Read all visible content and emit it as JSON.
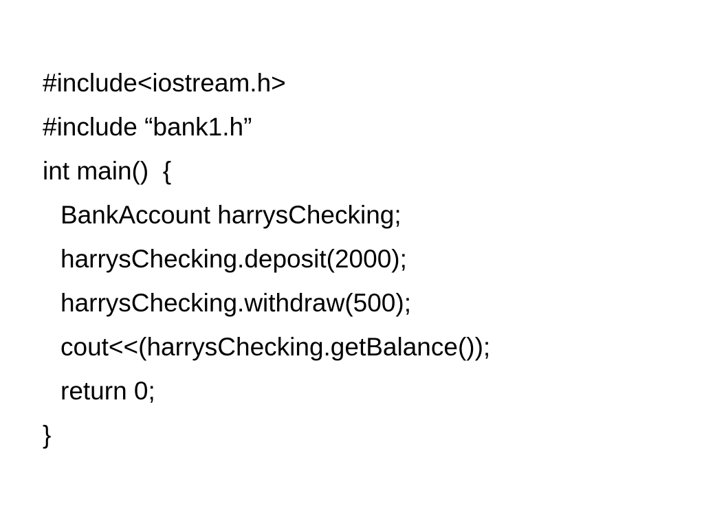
{
  "slide": {
    "lines": [
      "#include<iostream.h>",
      "#include “bank1.h”",
      "int main()  {",
      "BankAccount harrysChecking;",
      "harrysChecking.deposit(2000);",
      "harrysChecking.withdraw(500);",
      "cout<<(harrysChecking.getBalance());",
      "return 0;",
      "}"
    ]
  }
}
